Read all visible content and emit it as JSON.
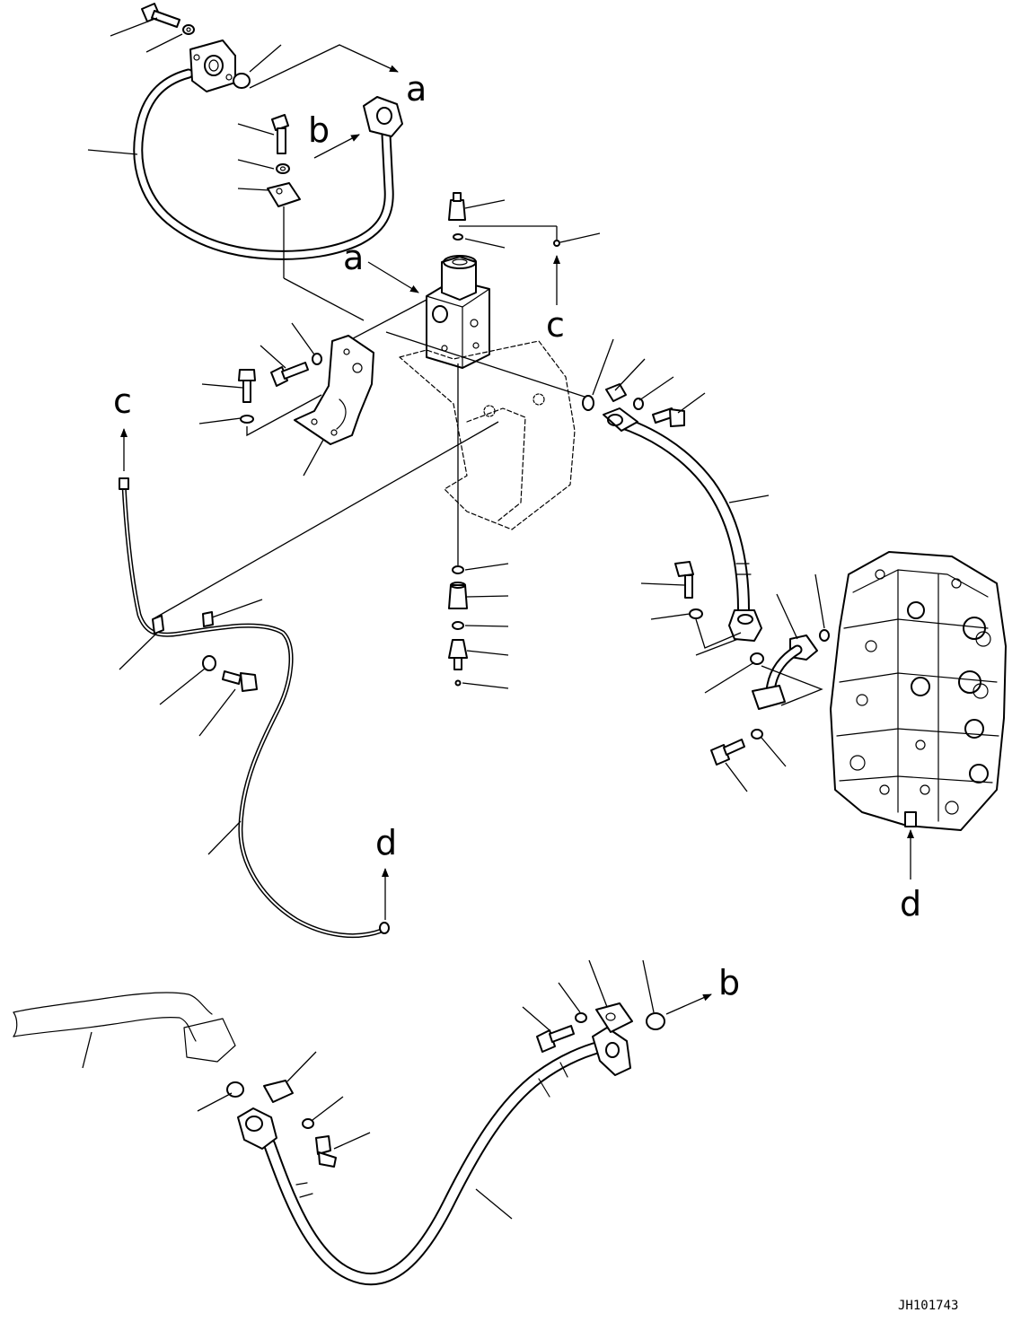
{
  "diagram": {
    "drawing_code": "JH101743",
    "reference_letters": {
      "a_top": "a",
      "b_top": "b",
      "a_block": "a",
      "c_upper": "c",
      "c_left": "c",
      "d_wire": "d",
      "d_valve": "d",
      "b_bottom": "b"
    },
    "line_color": "#000000",
    "background_color": "#ffffff"
  }
}
